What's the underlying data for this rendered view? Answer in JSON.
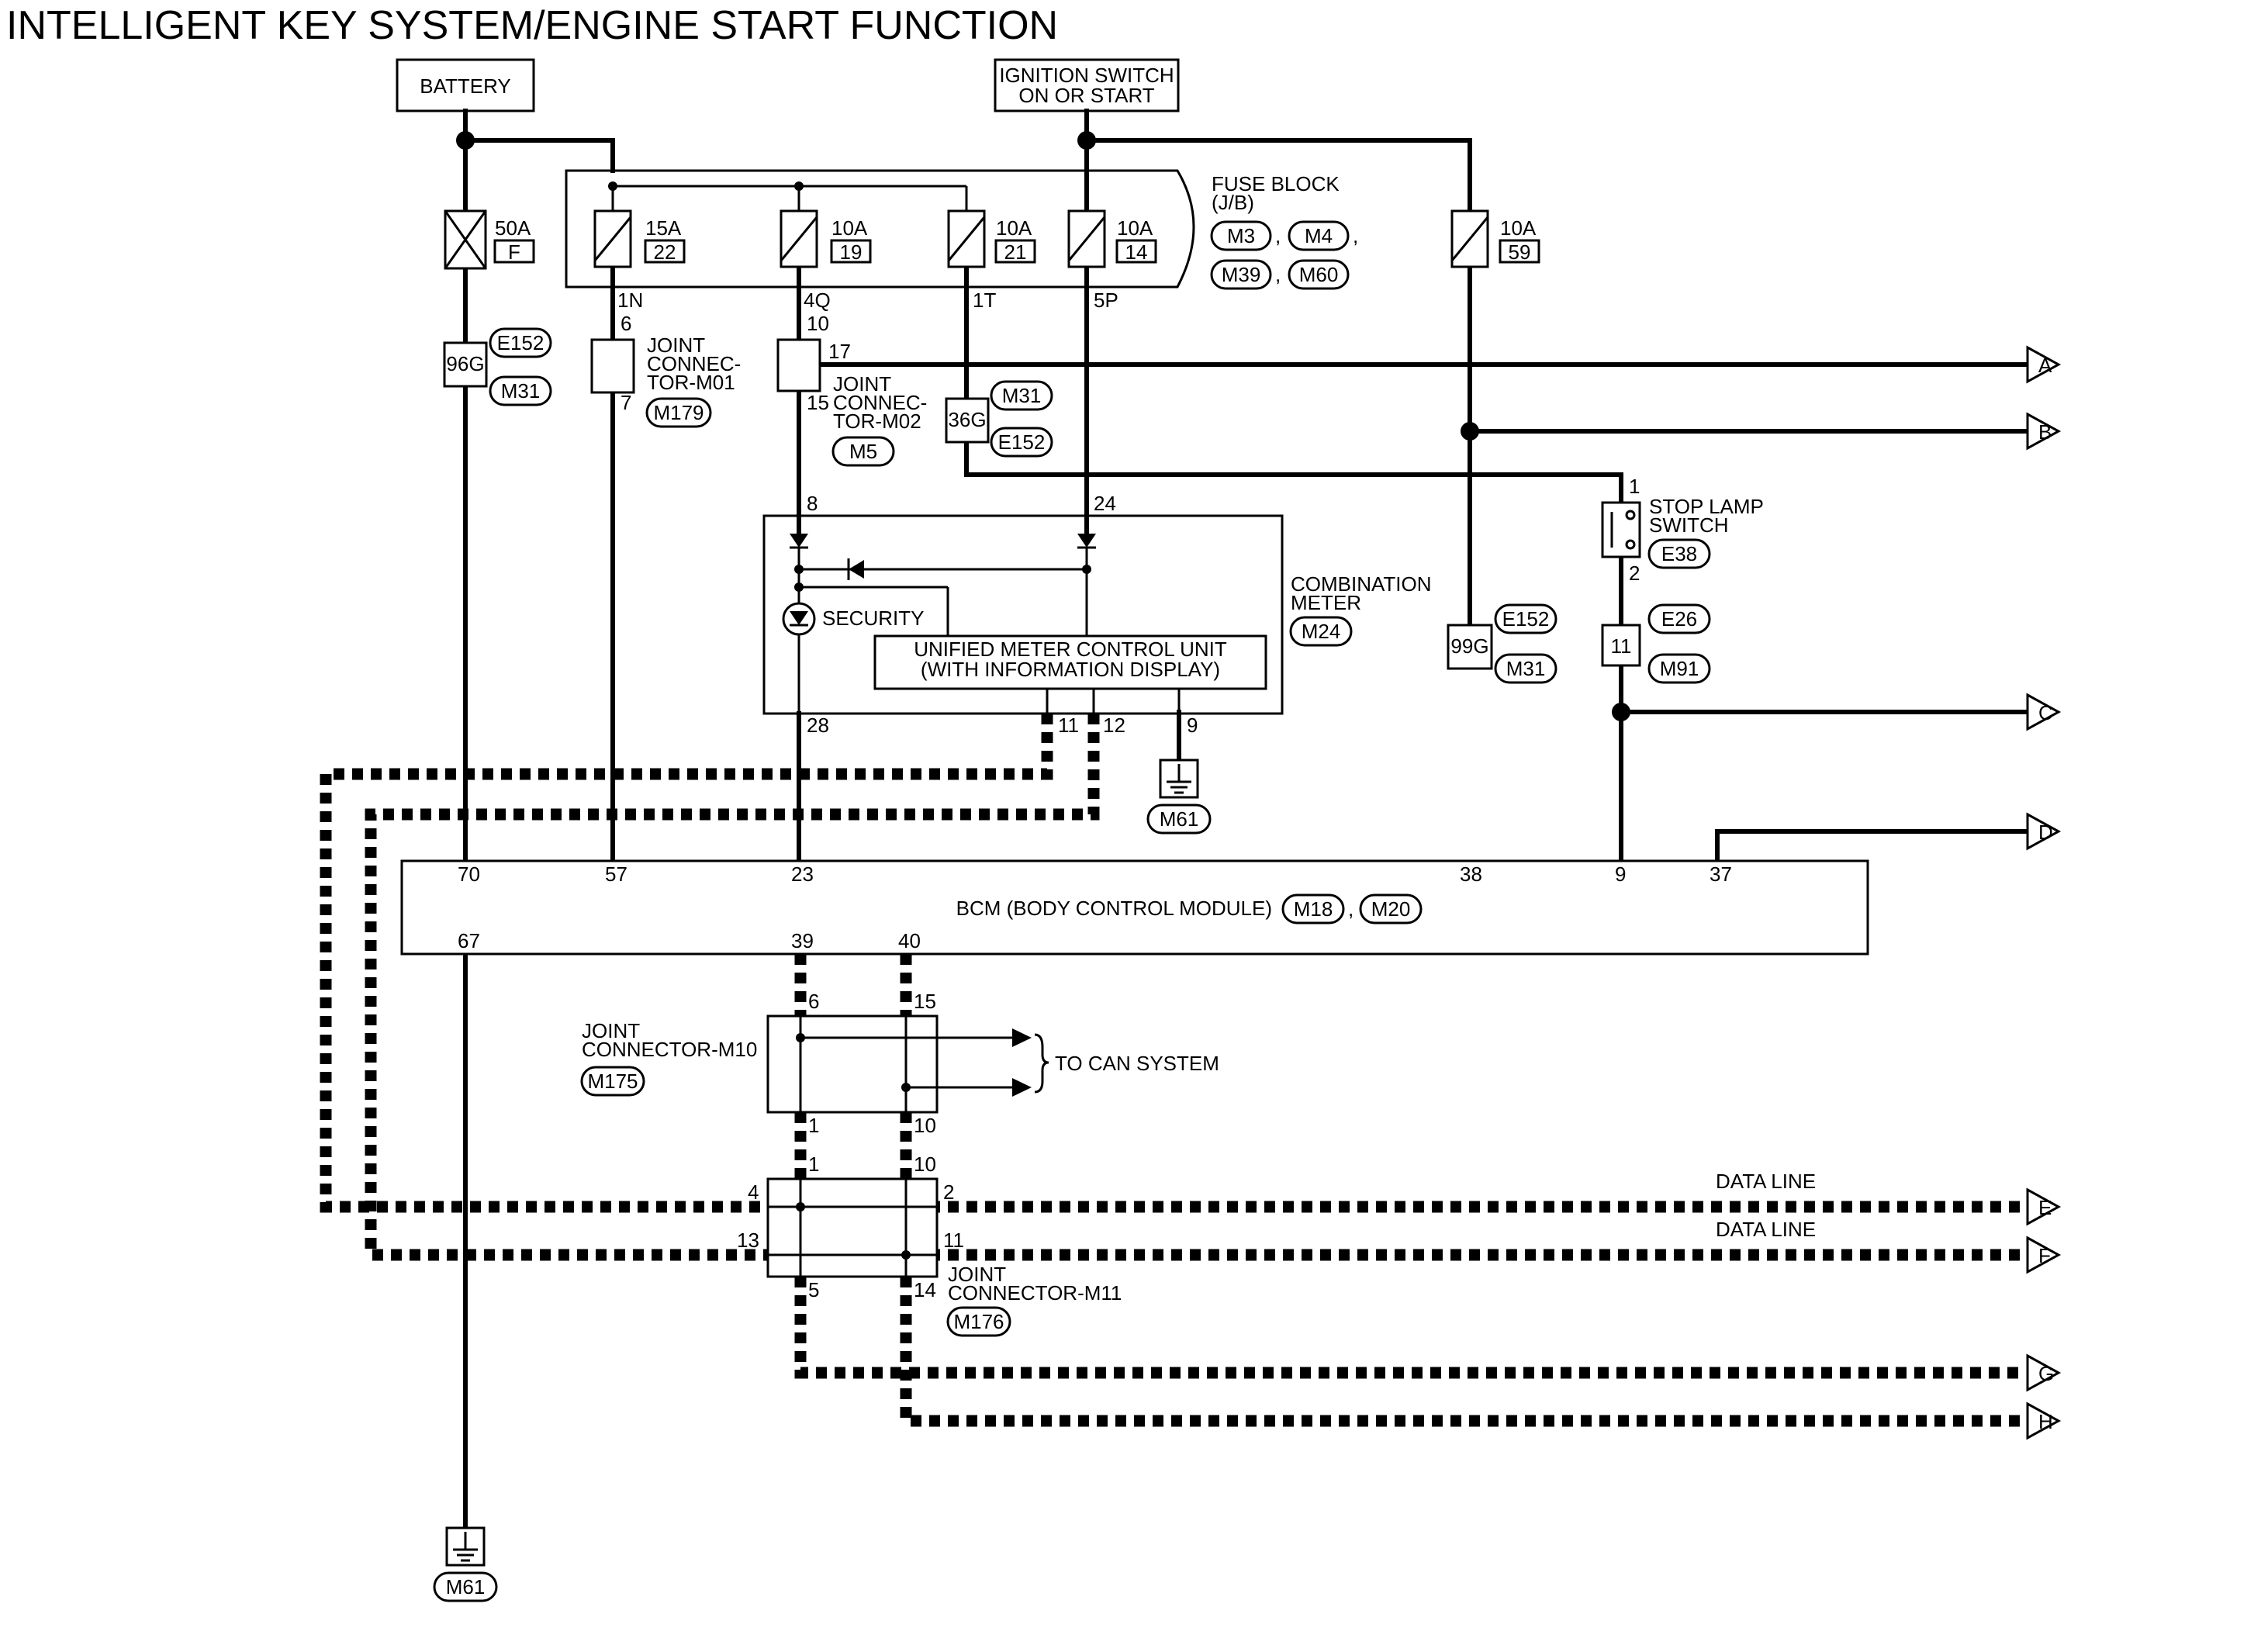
{
  "title": "INTELLIGENT KEY SYSTEM/ENGINE START FUNCTION",
  "sources": {
    "battery": "BATTERY",
    "ign_line1": "IGNITION SWITCH",
    "ign_line2": "ON OR START"
  },
  "fuse_block": {
    "label1": "FUSE BLOCK",
    "label2": "(J/B)",
    "connectors": [
      "M3",
      "M4",
      "M39",
      "M60"
    ],
    "fuses": [
      {
        "amp": "15A",
        "no": "22",
        "term": "1N"
      },
      {
        "amp": "10A",
        "no": "19",
        "term": "4Q"
      },
      {
        "amp": "10A",
        "no": "21",
        "term": "1T"
      },
      {
        "amp": "10A",
        "no": "14",
        "term": "5P"
      }
    ]
  },
  "fusible_link": {
    "amp": "50A",
    "no": "F"
  },
  "fuse_59": {
    "amp": "10A",
    "no": "59"
  },
  "connectors": {
    "c96g": {
      "pin": "96G",
      "a": "E152",
      "b": "M31"
    },
    "c36g": {
      "pin": "36G",
      "a": "M31",
      "b": "E152"
    },
    "c99g": {
      "pin": "99G",
      "a": "E152",
      "b": "M31"
    },
    "c11": {
      "pin": "11",
      "a": "E26",
      "b": "M91"
    }
  },
  "joint_m01": {
    "l1": "JOINT",
    "l2": "CONNEC-",
    "l3": "TOR-M01",
    "conn": "M179",
    "pin_top": "6",
    "pin_bot": "7"
  },
  "joint_m02": {
    "l1": "JOINT",
    "l2": "CONNEC-",
    "l3": "TOR-M02",
    "conn": "M5",
    "pin_top": "10",
    "pin_right": "17",
    "pin_bot": "15"
  },
  "stop_lamp": {
    "l1": "STOP LAMP",
    "l2": "SWITCH",
    "conn": "E38",
    "pin1": "1",
    "pin2": "2"
  },
  "meter": {
    "l1": "COMBINATION",
    "l2": "METER",
    "conn": "M24",
    "security": "SECURITY",
    "unit1": "UNIFIED METER CONTROL UNIT",
    "unit2": "(WITH INFORMATION DISPLAY)",
    "pins": {
      "p8": "8",
      "p24": "24",
      "p28": "28",
      "p11": "11",
      "p12": "12",
      "p9": "9"
    }
  },
  "ground_meter": "M61",
  "ground_bcm": "M61",
  "bcm": {
    "label": "BCM (BODY CONTROL MODULE)",
    "conn1": "M18",
    "sep": ",",
    "conn2": "M20",
    "pins": {
      "p70": "70",
      "p57": "57",
      "p23": "23",
      "p38": "38",
      "p9": "9",
      "p37": "37",
      "p67": "67",
      "p39": "39",
      "p40": "40"
    }
  },
  "joint_m10": {
    "l1": "JOINT",
    "l2": "CONNECTOR-M10",
    "conn": "M175",
    "p6": "6",
    "p15": "15",
    "p1": "1",
    "p10": "10",
    "can": "TO CAN SYSTEM"
  },
  "joint_m11": {
    "l1": "JOINT",
    "l2": "CONNECTOR-M11",
    "conn": "M176",
    "p1": "1",
    "p10": "10",
    "p4": "4",
    "p2": "2",
    "p13": "13",
    "p11": "11",
    "p5": "5",
    "p14": "14"
  },
  "data_line": "DATA LINE",
  "arrows": [
    "A",
    "B",
    "C",
    "D",
    "E",
    "F",
    "G",
    "H"
  ],
  "sep_comma": ","
}
